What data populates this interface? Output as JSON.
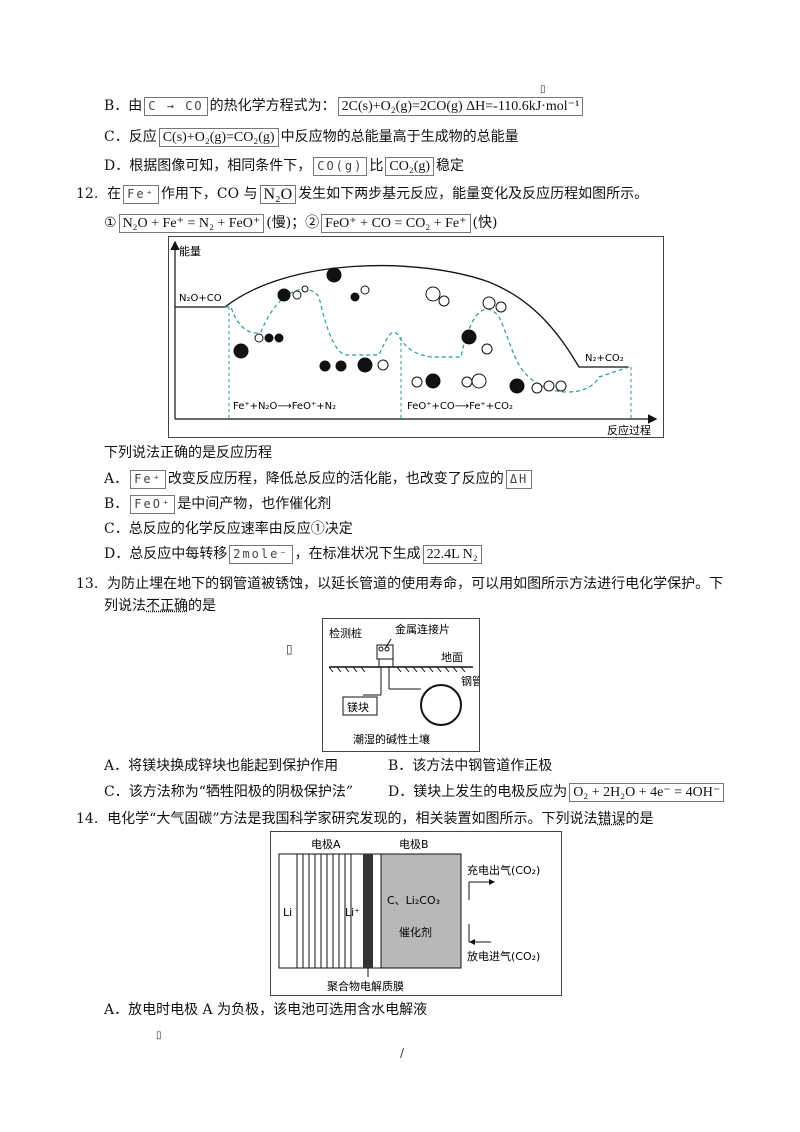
{
  "header_mark": "▯",
  "q11": {
    "B": {
      "pre": "B．由",
      "box1": "C → CO",
      "mid": "的热化学方程式为：",
      "box2": "2C(s)+O₂(g)=2CO(g) ΔH=-110.6kJ·mol⁻¹"
    },
    "C": {
      "pre": "C．反应",
      "box1": "C(s)+O₂(g)=CO₂(g)",
      "post": "中反应物的总能量高于生成物的总能量"
    },
    "D": {
      "pre": "D．根据图像可知，相同条件下，",
      "box1": "CO(g)",
      "mid": "比",
      "box2": "CO₂(g)",
      "post": "稳定"
    }
  },
  "q12": {
    "num": "12.",
    "stem_pre": "在",
    "box_fe": "Fe⁺",
    "stem_mid1": "作用下，CO 与",
    "box_n2o": "N₂O",
    "stem_post": "发生如下两步基元反应，能量变化及反应历程如图所示。",
    "step1_mark": "①",
    "step1_box": "N₂O + Fe⁺ = N₂ + FeO⁺",
    "step1_speed": "(慢)；②",
    "step2_box": "FeO⁺ + CO = CO₂ + Fe⁺",
    "step2_speed": "(快)",
    "figure": {
      "ylabel": "能量",
      "xlabel": "反应过程",
      "start_label": "N₂O+CO",
      "end_label": "N₂+CO₂",
      "eq1": "Fe⁺+N₂O⟶FeO⁺+N₂",
      "eq2": "FeO⁺+CO⟶Fe⁺+CO₂"
    },
    "question": "下列说法正确的是反应历程",
    "A": {
      "pre": "A．",
      "box": "Fe⁺",
      "post": "改变反应历程，降低总反应的活化能，也改变了反应的",
      "box2": "ΔH"
    },
    "B": {
      "pre": "B．",
      "box": "FeO⁺",
      "post": "是中间产物，也作催化剂"
    },
    "C": {
      "text": "C．总反应的化学反应速率由反应①决定"
    },
    "D": {
      "pre": "D．总反应中每转移",
      "box": "2mole⁻",
      "post": "，在标准状况下生成",
      "box2": "22.4L N₂"
    }
  },
  "q13": {
    "num": "13.",
    "stem": "为防止埋在地下的钢管道被锈蚀，以延长管道的使用寿命，可以用如图所示方法进行电化学保护。下",
    "stem2_pre": "列说法",
    "stem2_dot": "不正确",
    "stem2_post": "的是",
    "mark": "▯",
    "figure": {
      "probe": "检测桩",
      "strip": "金属连接片",
      "ground": "地面",
      "mg": "镁块",
      "pipe": "钢管道",
      "soil": "潮湿的碱性土壤"
    },
    "A": "A．将镁块换成锌块也能起到保护作用",
    "B": "B．该方法中钢管道作正极",
    "C": "C．该方法称为“牺牲阳极的阴极保护法”",
    "D_pre": "D．镁块上发生的电极反应为",
    "D_box": "O₂ + 2H₂O + 4e⁻ = 4OH⁻"
  },
  "q14": {
    "num": "14.",
    "stem_pre": "电化学“大气固碳”方法是我国科学家研究发现的，相关装置如图所示。下列说法",
    "stem_dot": "错误",
    "stem_post": "的是",
    "figure": {
      "electrodeA": "电极A",
      "electrodeB": "电极B",
      "li": "Li",
      "li_ion": "Li⁺",
      "c_li2co3": "C、Li₂CO₃",
      "catalyst": "催化剂",
      "charge_out": "充电出气(CO₂)",
      "discharge_in": "放电进气(CO₂)",
      "membrane": "聚合物电解质膜"
    },
    "A": "A．放电时电极 A 为负极，该电池可选用含水电解液"
  },
  "footer_mark": "▯",
  "page_mark": "/"
}
